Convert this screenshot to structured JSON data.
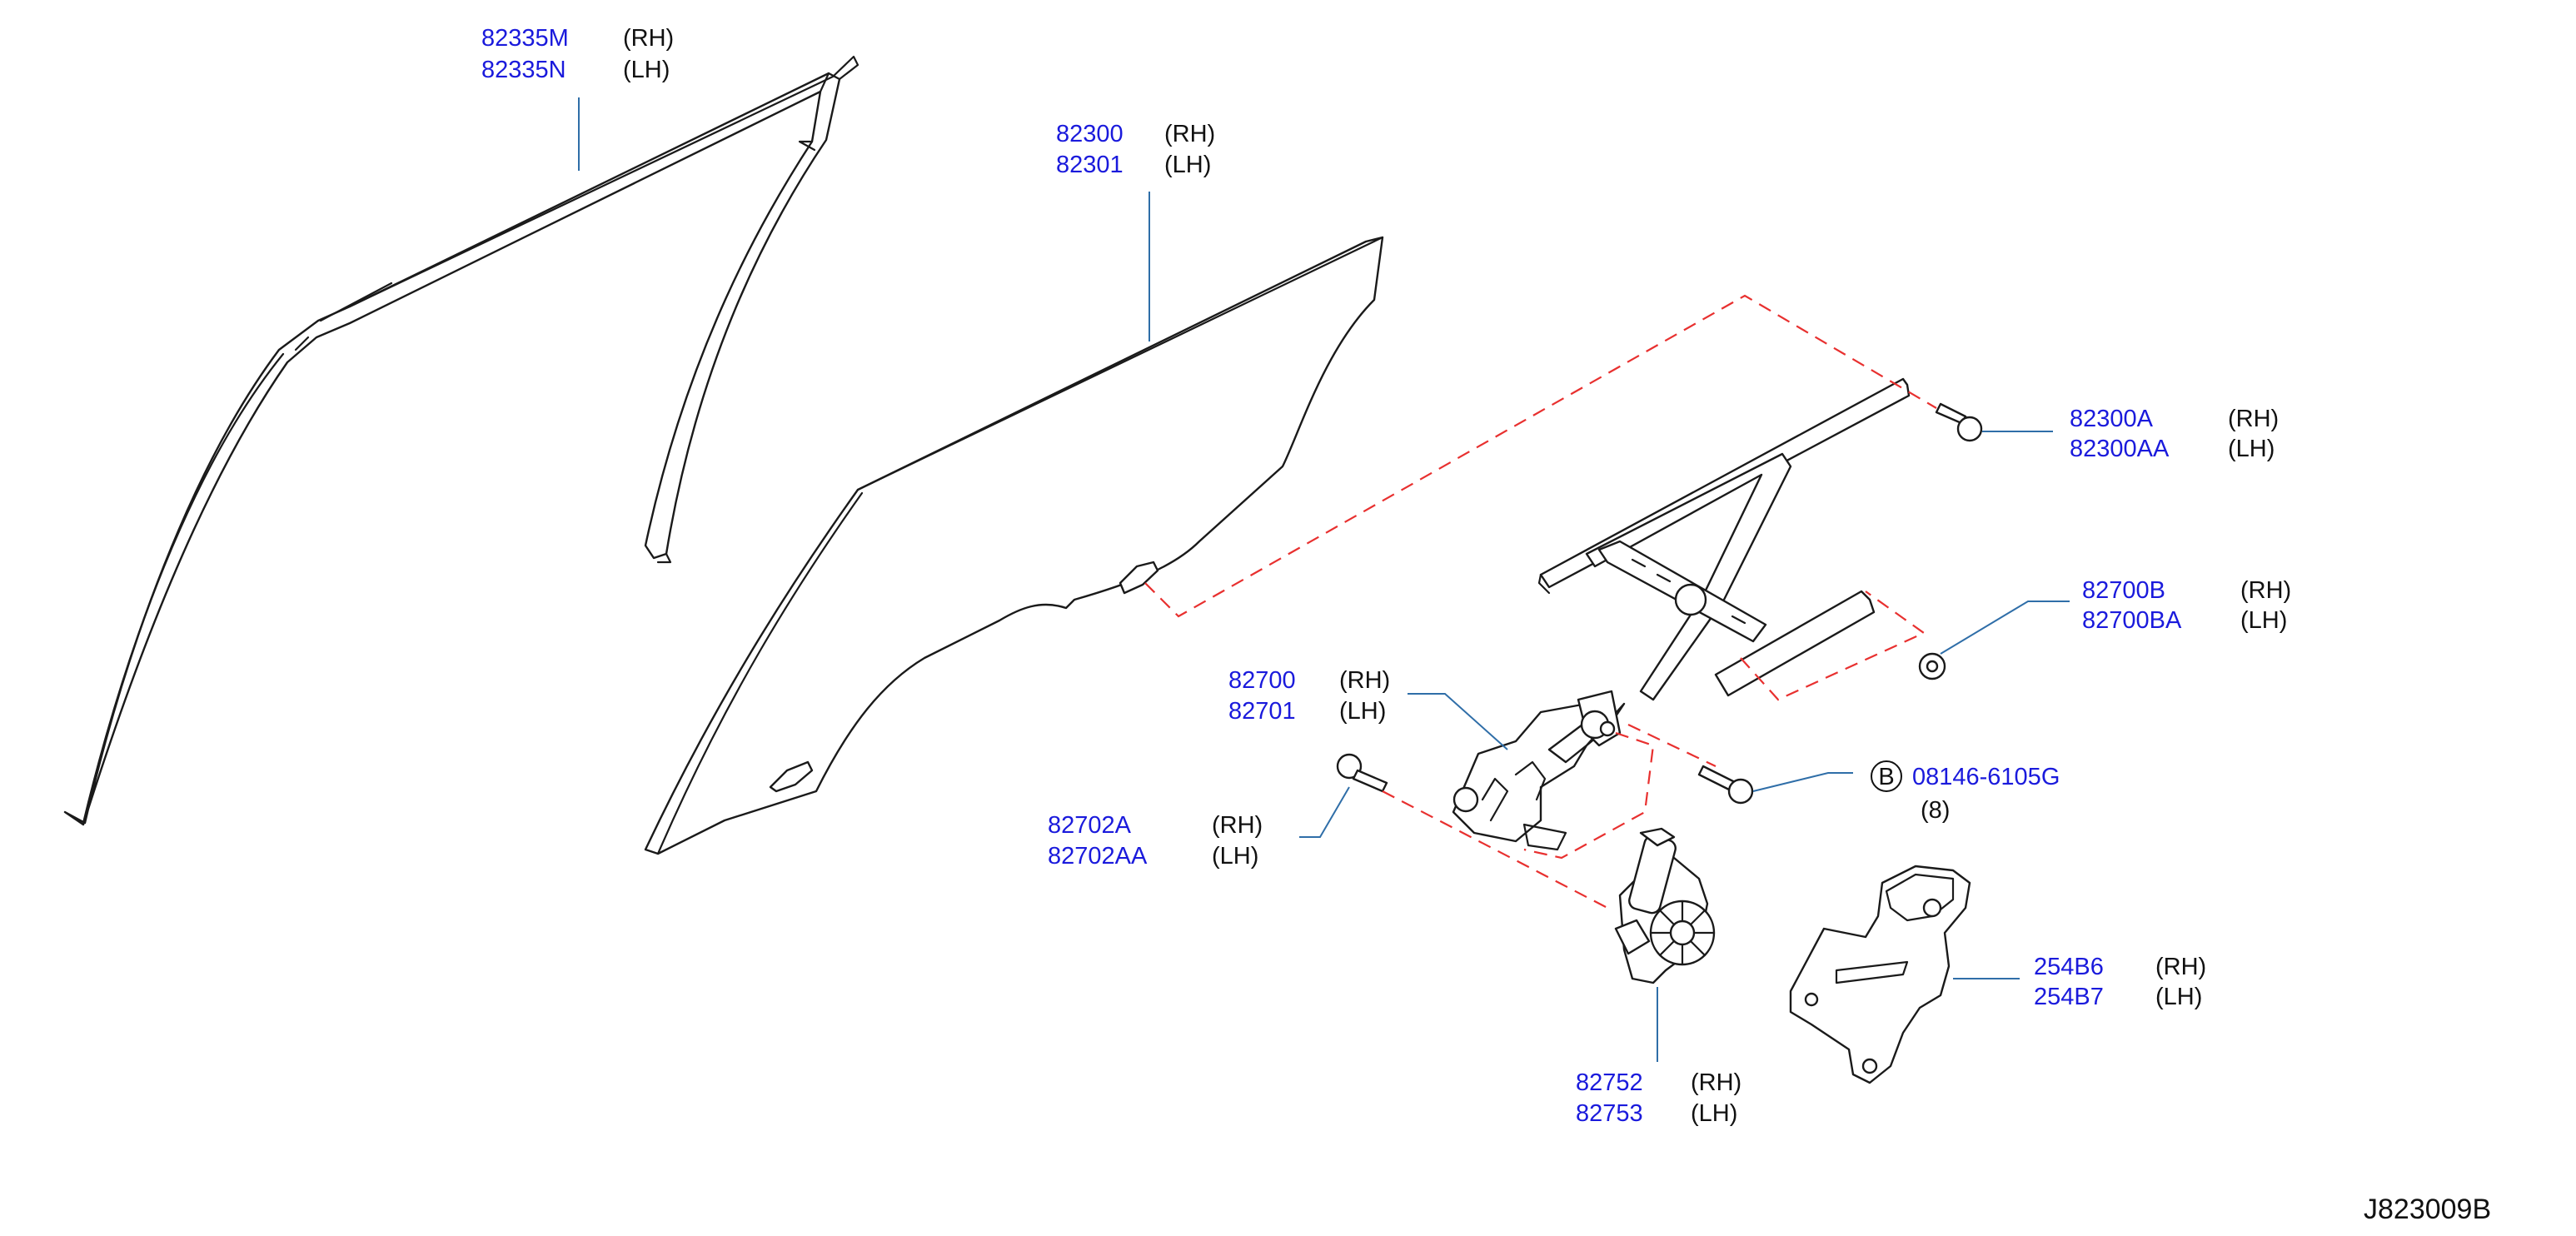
{
  "diagram_code": "J823009B",
  "side_labels": {
    "rh": "(RH)",
    "lh": "(LH)"
  },
  "callouts": [
    {
      "id": "sash-channel",
      "rh": "82335M",
      "lh": "82335N"
    },
    {
      "id": "door-glass",
      "rh": "82300",
      "lh": "82301"
    },
    {
      "id": "glass-bolt",
      "rh": "82300A",
      "lh": "82300AA"
    },
    {
      "id": "regulator-nut",
      "rh": "82700B",
      "lh": "82700BA"
    },
    {
      "id": "window-regulator",
      "rh": "82700",
      "lh": "82701"
    },
    {
      "id": "regulator-bolt",
      "rh": "82702A",
      "lh": "82702AA"
    },
    {
      "id": "regulator-motor",
      "rh": "82752",
      "lh": "82753"
    },
    {
      "id": "bracket",
      "rh": "254B6",
      "lh": "254B7"
    }
  ],
  "bolt_b": {
    "marker": "B",
    "part": "08146-6105G",
    "qty": "(8)"
  }
}
